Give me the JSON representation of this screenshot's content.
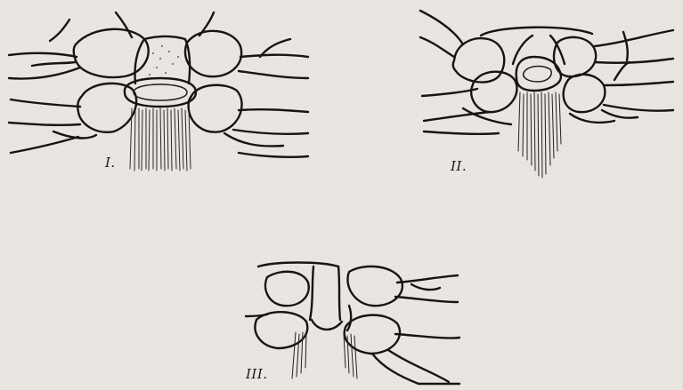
{
  "figures": [
    {
      "id": "I",
      "label": "I."
    },
    {
      "id": "II",
      "label": "II."
    },
    {
      "id": "III",
      "label": "III."
    }
  ]
}
